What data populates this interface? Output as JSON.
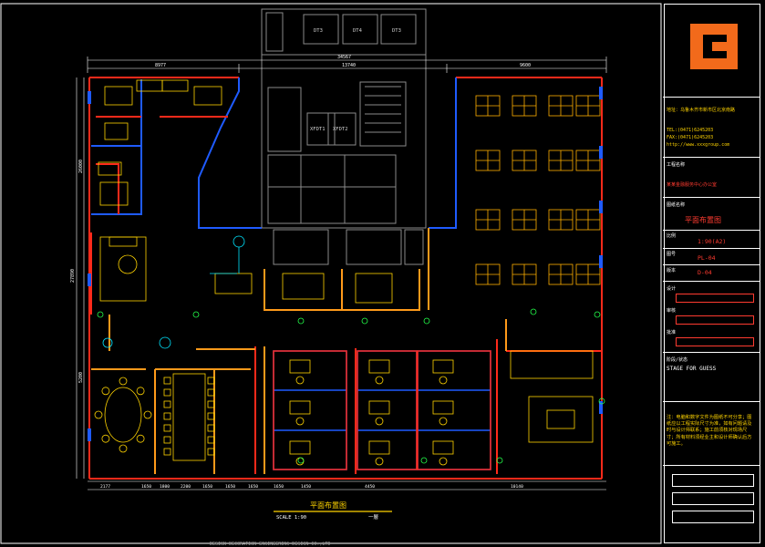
{
  "dimensions": {
    "top_total": "34567",
    "top_left": "8977",
    "top_mid": "13740",
    "top_right": "9600",
    "left_total": "27890",
    "left_part_1": "26000",
    "left_part_2": "5200",
    "bottom": [
      "2177",
      "1650",
      "1800",
      "2200",
      "1650",
      "1650",
      "1650",
      "1650",
      "1450",
      "4450",
      "10140"
    ]
  },
  "rooms": {
    "stairwells": [
      "DT3",
      "DT4",
      "DT3",
      "XFDT1",
      "XFDT2"
    ]
  },
  "drawing": {
    "title": "平面布置图",
    "scale": "SCALE 1:90",
    "sheet": "一層",
    "footer": "DESIGN DECORATION ENGINEERING DESIGN CO.,LTD"
  },
  "title_block": {
    "company_address": "地址：乌鲁木齐市新市区北京南路",
    "tel": "TEL:(0471)6245203",
    "fax": "FAX:(0471)6245203",
    "web": "http://www.xxxgroup.com",
    "project_label": "工程名称",
    "project_name": "某某金融服务中心办公室",
    "drawing_label": "图纸名称",
    "drawing_name": "平面布置图",
    "scale_label": "比例",
    "scale_value": "1:90(A2)",
    "sheet_label": "图号",
    "sheet_value": "PL-04",
    "rev_label": "版本",
    "rev_value": "D-04",
    "designer_label": "设计",
    "checker_label": "审核",
    "approver_label": "批准",
    "stage_label": "阶段/状态",
    "stage_value": "STAGE FOR GUESS",
    "note": "注：电脑和数字文件为图纸不可分享；图纸应以工程实际尺寸为准，如有问题请及时与设计师联系；施工前须核对现场尺寸；所有材料须经业主和设计师确认后方可施工。"
  },
  "colors": {
    "background": "#000000",
    "wall_red": "#ff2a1a",
    "wall_blue": "#1f5bff",
    "furniture_yellow": "#ffd400",
    "furniture_orange": "#ff9a1a",
    "core_gray": "#8a8a8a",
    "dim_white": "#ffffff",
    "green": "#23ff4a",
    "cyan": "#00e5ff",
    "logo_orange": "#f26a1b"
  },
  "icons": {
    "logo": "company-logo-icon",
    "north": "north-arrow-icon"
  }
}
